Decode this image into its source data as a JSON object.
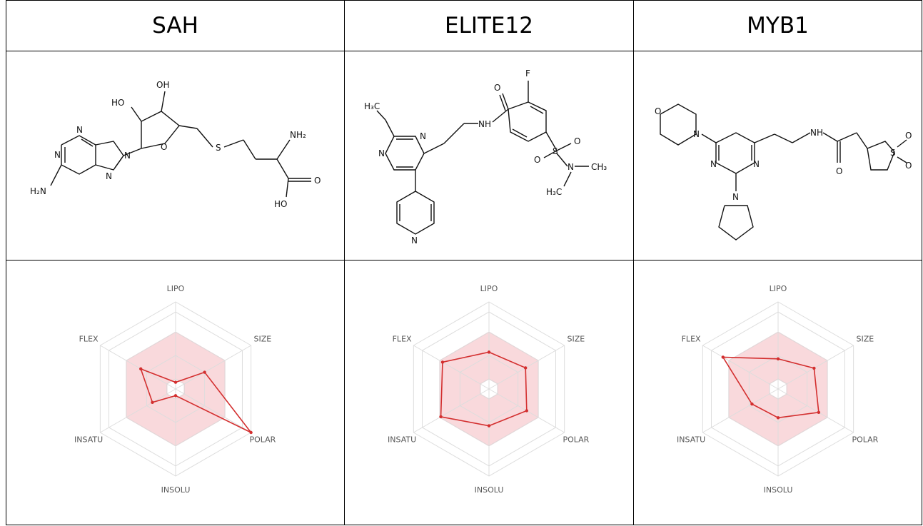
{
  "compounds": [
    {
      "name": "SAH"
    },
    {
      "name": "ELITE12"
    },
    {
      "name": "MYB1"
    }
  ],
  "molecules": {
    "sah": {
      "labels": [
        "OH",
        "HO",
        "N",
        "N",
        "N",
        "N",
        "O",
        "S",
        "NH₂",
        "O",
        "HO",
        "H₂N"
      ]
    },
    "elite12": {
      "labels": [
        "F",
        "O",
        "H₃C",
        "N",
        "N",
        "NH",
        "S",
        "O",
        "O",
        "N",
        "CH₃",
        "H₃C",
        "N"
      ]
    },
    "myb1": {
      "labels": [
        "O",
        "N",
        "NH",
        "N",
        "N",
        "O",
        "S",
        "O",
        "O",
        "N"
      ]
    }
  },
  "chart_data": [
    {
      "type": "radar",
      "compound": "SAH",
      "axes": [
        "LIPO",
        "SIZE",
        "POLAR",
        "INSOLU",
        "INSATU",
        "FLEX"
      ],
      "values": [
        0.1,
        0.5,
        1.3,
        0.1,
        0.4,
        0.6
      ],
      "optimal_range": [
        0.5,
        0.5,
        0.5,
        0.5,
        0.5,
        0.5
      ],
      "range": [
        0,
        1.3
      ],
      "line_color": "#d32f2f",
      "fill_color": "#f7c9cd"
    },
    {
      "type": "radar",
      "compound": "ELITE12",
      "axes": [
        "LIPO",
        "SIZE",
        "POLAR",
        "INSOLU",
        "INSATU",
        "FLEX"
      ],
      "values": [
        0.55,
        0.63,
        0.65,
        0.55,
        0.83,
        0.8
      ],
      "optimal_range": [
        0.5,
        0.5,
        0.5,
        0.5,
        0.5,
        0.5
      ],
      "range": [
        0,
        1.3
      ],
      "line_color": "#d32f2f",
      "fill_color": "#f7c9cd"
    },
    {
      "type": "radar",
      "compound": "MYB1",
      "axes": [
        "LIPO",
        "SIZE",
        "POLAR",
        "INSOLU",
        "INSATU",
        "FLEX"
      ],
      "values": [
        0.45,
        0.62,
        0.7,
        0.43,
        0.45,
        0.95
      ],
      "optimal_range": [
        0.5,
        0.5,
        0.5,
        0.5,
        0.5,
        0.5
      ],
      "range": [
        0,
        1.3
      ],
      "line_color": "#d32f2f",
      "fill_color": "#f7c9cd"
    }
  ]
}
